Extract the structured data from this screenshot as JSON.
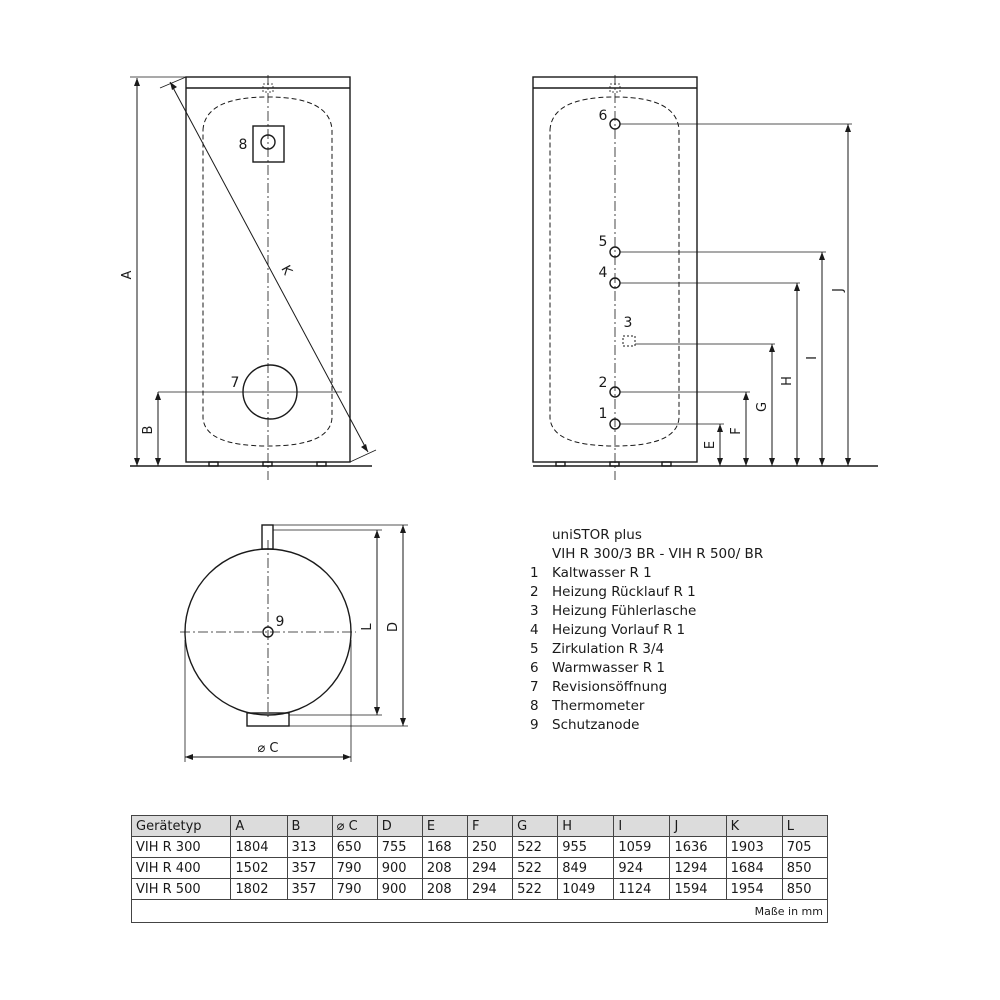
{
  "labels": {
    "front_view": {
      "A": "A",
      "B": "B",
      "K": "K",
      "n7": "7",
      "n8": "8"
    },
    "side_view": {
      "n1": "1",
      "n2": "2",
      "n3": "3",
      "n4": "4",
      "n5": "5",
      "n6": "6",
      "E": "E",
      "F": "F",
      "G": "G",
      "H": "H",
      "I": "I",
      "J": "J"
    },
    "top_view": {
      "n9": "9",
      "L": "L",
      "D": "D",
      "C": "⌀ C"
    }
  },
  "legend": {
    "title_1": "uniSTOR plus",
    "title_2": "VIH R 300/3 BR - VIH R 500/ BR",
    "items": [
      {
        "num": "1",
        "text": "Kaltwasser R 1"
      },
      {
        "num": "2",
        "text": "Heizung Rücklauf R 1"
      },
      {
        "num": "3",
        "text": "Heizung Fühlerlasche"
      },
      {
        "num": "4",
        "text": "Heizung Vorlauf R 1"
      },
      {
        "num": "5",
        "text": "Zirkulation R 3/4"
      },
      {
        "num": "6",
        "text": "Warmwasser R 1"
      },
      {
        "num": "7",
        "text": "Revisionsöffnung"
      },
      {
        "num": "8",
        "text": "Thermometer"
      },
      {
        "num": "9",
        "text": "Schutzanode"
      }
    ]
  },
  "table": {
    "headers": [
      "Gerätetyp",
      "A",
      "B",
      "⌀ C",
      "D",
      "E",
      "F",
      "G",
      "H",
      "I",
      "J",
      "K",
      "L"
    ],
    "rows": [
      [
        "VIH R 300",
        "1804",
        "313",
        "650",
        "755",
        "168",
        "250",
        "522",
        "955",
        "1059",
        "1636",
        "1903",
        "705"
      ],
      [
        "VIH R 400",
        "1502",
        "357",
        "790",
        "900",
        "208",
        "294",
        "522",
        "849",
        "924",
        "1294",
        "1684",
        "850"
      ],
      [
        "VIH R 500",
        "1802",
        "357",
        "790",
        "900",
        "208",
        "294",
        "522",
        "1049",
        "1124",
        "1594",
        "1954",
        "850"
      ]
    ],
    "note": "Maße in mm"
  },
  "colors": {
    "line": "#1a1a1a",
    "table_header_bg": "#dcdcdc"
  }
}
